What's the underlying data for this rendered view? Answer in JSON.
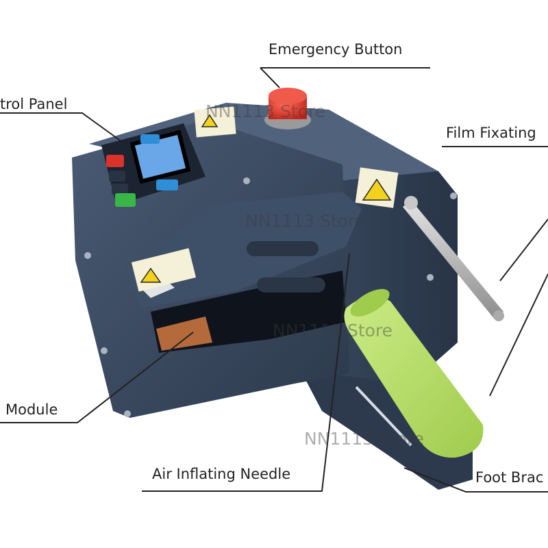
{
  "callouts": {
    "emergency_button": "Emergency Button",
    "control_panel": "trol Panel",
    "film_fixating": "Film Fixating",
    "module": "Module",
    "air_inflating_needle": "Air Inflating Needle",
    "foot_bracket": "Foot Brac"
  },
  "watermark": "NN1113 Store",
  "colors": {
    "machine_body": "#3c4c63",
    "machine_side": "#2f3d52",
    "roller": "#b9e06a",
    "emergency_red": "#e0342a",
    "warning_yellow": "#f2d21c",
    "panel_green": "#39b54a",
    "panel_red": "#d9332b",
    "panel_blue": "#2e8fd8",
    "screen_blue": "#6aa7e8"
  }
}
